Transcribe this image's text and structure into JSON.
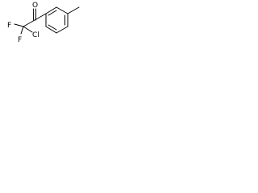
{
  "molecule": {
    "atoms": {
      "oxygen": "O",
      "chlorine": "Cl",
      "fluorine_top": "F",
      "fluorine_bottom": "F"
    },
    "colors": {
      "bond": "#000000",
      "label": "#000000",
      "background": "#ffffff"
    }
  }
}
